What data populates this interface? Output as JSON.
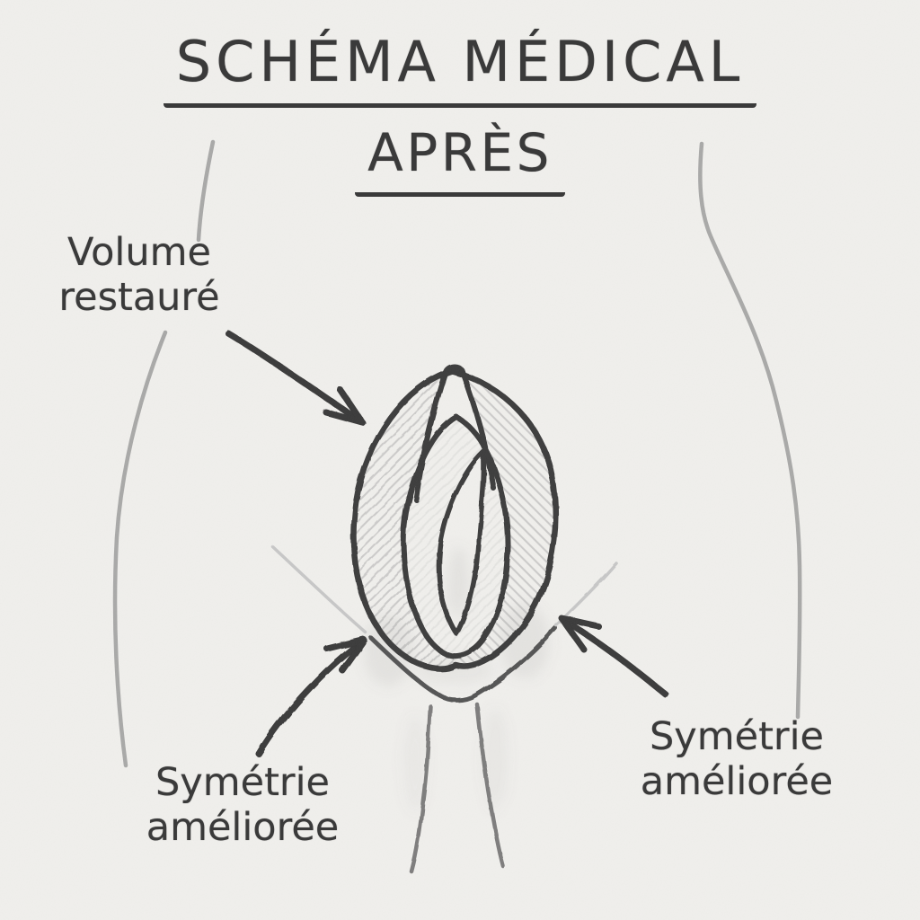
{
  "colors": {
    "paper": "#f0efec",
    "ink": "#3a3a3a",
    "pencil": "#9c9c9c",
    "faint": "#c7c7c7"
  },
  "title": {
    "line1": "SCHÉMA MÉDICAL",
    "line2": "APRÈS"
  },
  "labels": {
    "volume": {
      "line1": "Volume",
      "line2": "restauré"
    },
    "symmetry_left": {
      "line1": "Symétrie",
      "line2": "améliorée"
    },
    "symmetry_right": {
      "line1": "Symétrie",
      "line2": "améliorée"
    }
  }
}
